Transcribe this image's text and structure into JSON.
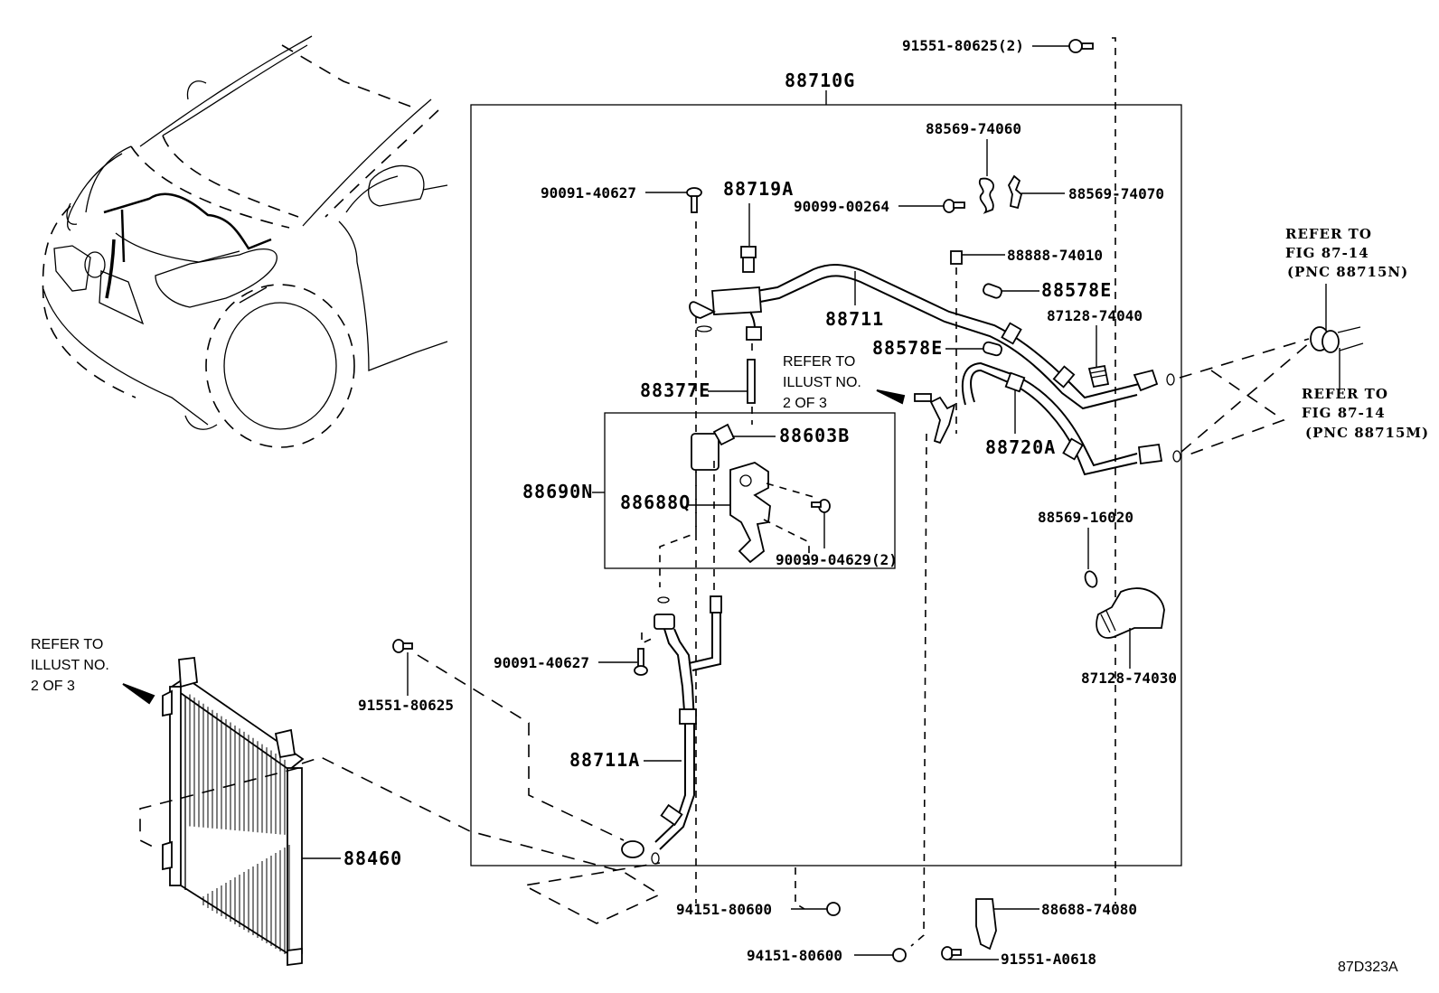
{
  "diagram": {
    "title": "Air conditioner hoses / condenser parts illustration",
    "illustration_code": "87D323A",
    "assembly_label": "88710G",
    "sub_assembly_label": "88690N",
    "parts": [
      {
        "id": "p1",
        "label": "91551-80625(2)",
        "kind": "bolt"
      },
      {
        "id": "p2",
        "label": "88569-74060",
        "kind": "clamp"
      },
      {
        "id": "p3",
        "label": "90091-40627",
        "kind": "bolt"
      },
      {
        "id": "p4",
        "label": "88719A",
        "kind": "valve-cap"
      },
      {
        "id": "p5",
        "label": "90099-00264",
        "kind": "bolt"
      },
      {
        "id": "p6",
        "label": "88569-74070",
        "kind": "clamp"
      },
      {
        "id": "p7",
        "label": "88888-74010",
        "kind": "cap"
      },
      {
        "id": "p8",
        "label": "88578E",
        "kind": "cap"
      },
      {
        "id": "p9",
        "label": "88711",
        "kind": "discharge-hose"
      },
      {
        "id": "p10",
        "label": "88578E",
        "kind": "cap"
      },
      {
        "id": "p11",
        "label": "87128-74040",
        "kind": "grommet"
      },
      {
        "id": "p12",
        "label": "88377E",
        "kind": "valve-core"
      },
      {
        "id": "p13",
        "label": "88603B",
        "kind": "pressure-switch"
      },
      {
        "id": "p14",
        "label": "88720A",
        "kind": "suction-hose"
      },
      {
        "id": "p15",
        "label": "88688Q",
        "kind": "bracket"
      },
      {
        "id": "p16",
        "label": "90099-04629(2)",
        "kind": "bolt"
      },
      {
        "id": "p17",
        "label": "88569-16020",
        "kind": "clamp"
      },
      {
        "id": "p18",
        "label": "87128-74030",
        "kind": "boot"
      },
      {
        "id": "p19",
        "label": "90091-40627",
        "kind": "bolt"
      },
      {
        "id": "p20",
        "label": "91551-80625",
        "kind": "bolt"
      },
      {
        "id": "p21",
        "label": "88711A",
        "kind": "liquid-hose"
      },
      {
        "id": "p22",
        "label": "88460",
        "kind": "condenser"
      },
      {
        "id": "p23",
        "label": "94151-80600",
        "kind": "nut"
      },
      {
        "id": "p24",
        "label": "88688-74080",
        "kind": "bracket"
      },
      {
        "id": "p25",
        "label": "94151-80600",
        "kind": "nut"
      },
      {
        "id": "p26",
        "label": "91551-A0618",
        "kind": "bolt"
      }
    ],
    "references": {
      "illust_center": [
        "REFER TO",
        "ILLUST NO.",
        "2 OF 3"
      ],
      "illust_left": [
        "REFER TO",
        "ILLUST NO.",
        "2 OF 3"
      ],
      "fig_top": [
        "REFER TO",
        "FIG 87-14",
        "(PNC 88715N)"
      ],
      "fig_bottom": [
        "REFER TO",
        "FIG 87-14",
        "(PNC 88715M)"
      ]
    }
  }
}
